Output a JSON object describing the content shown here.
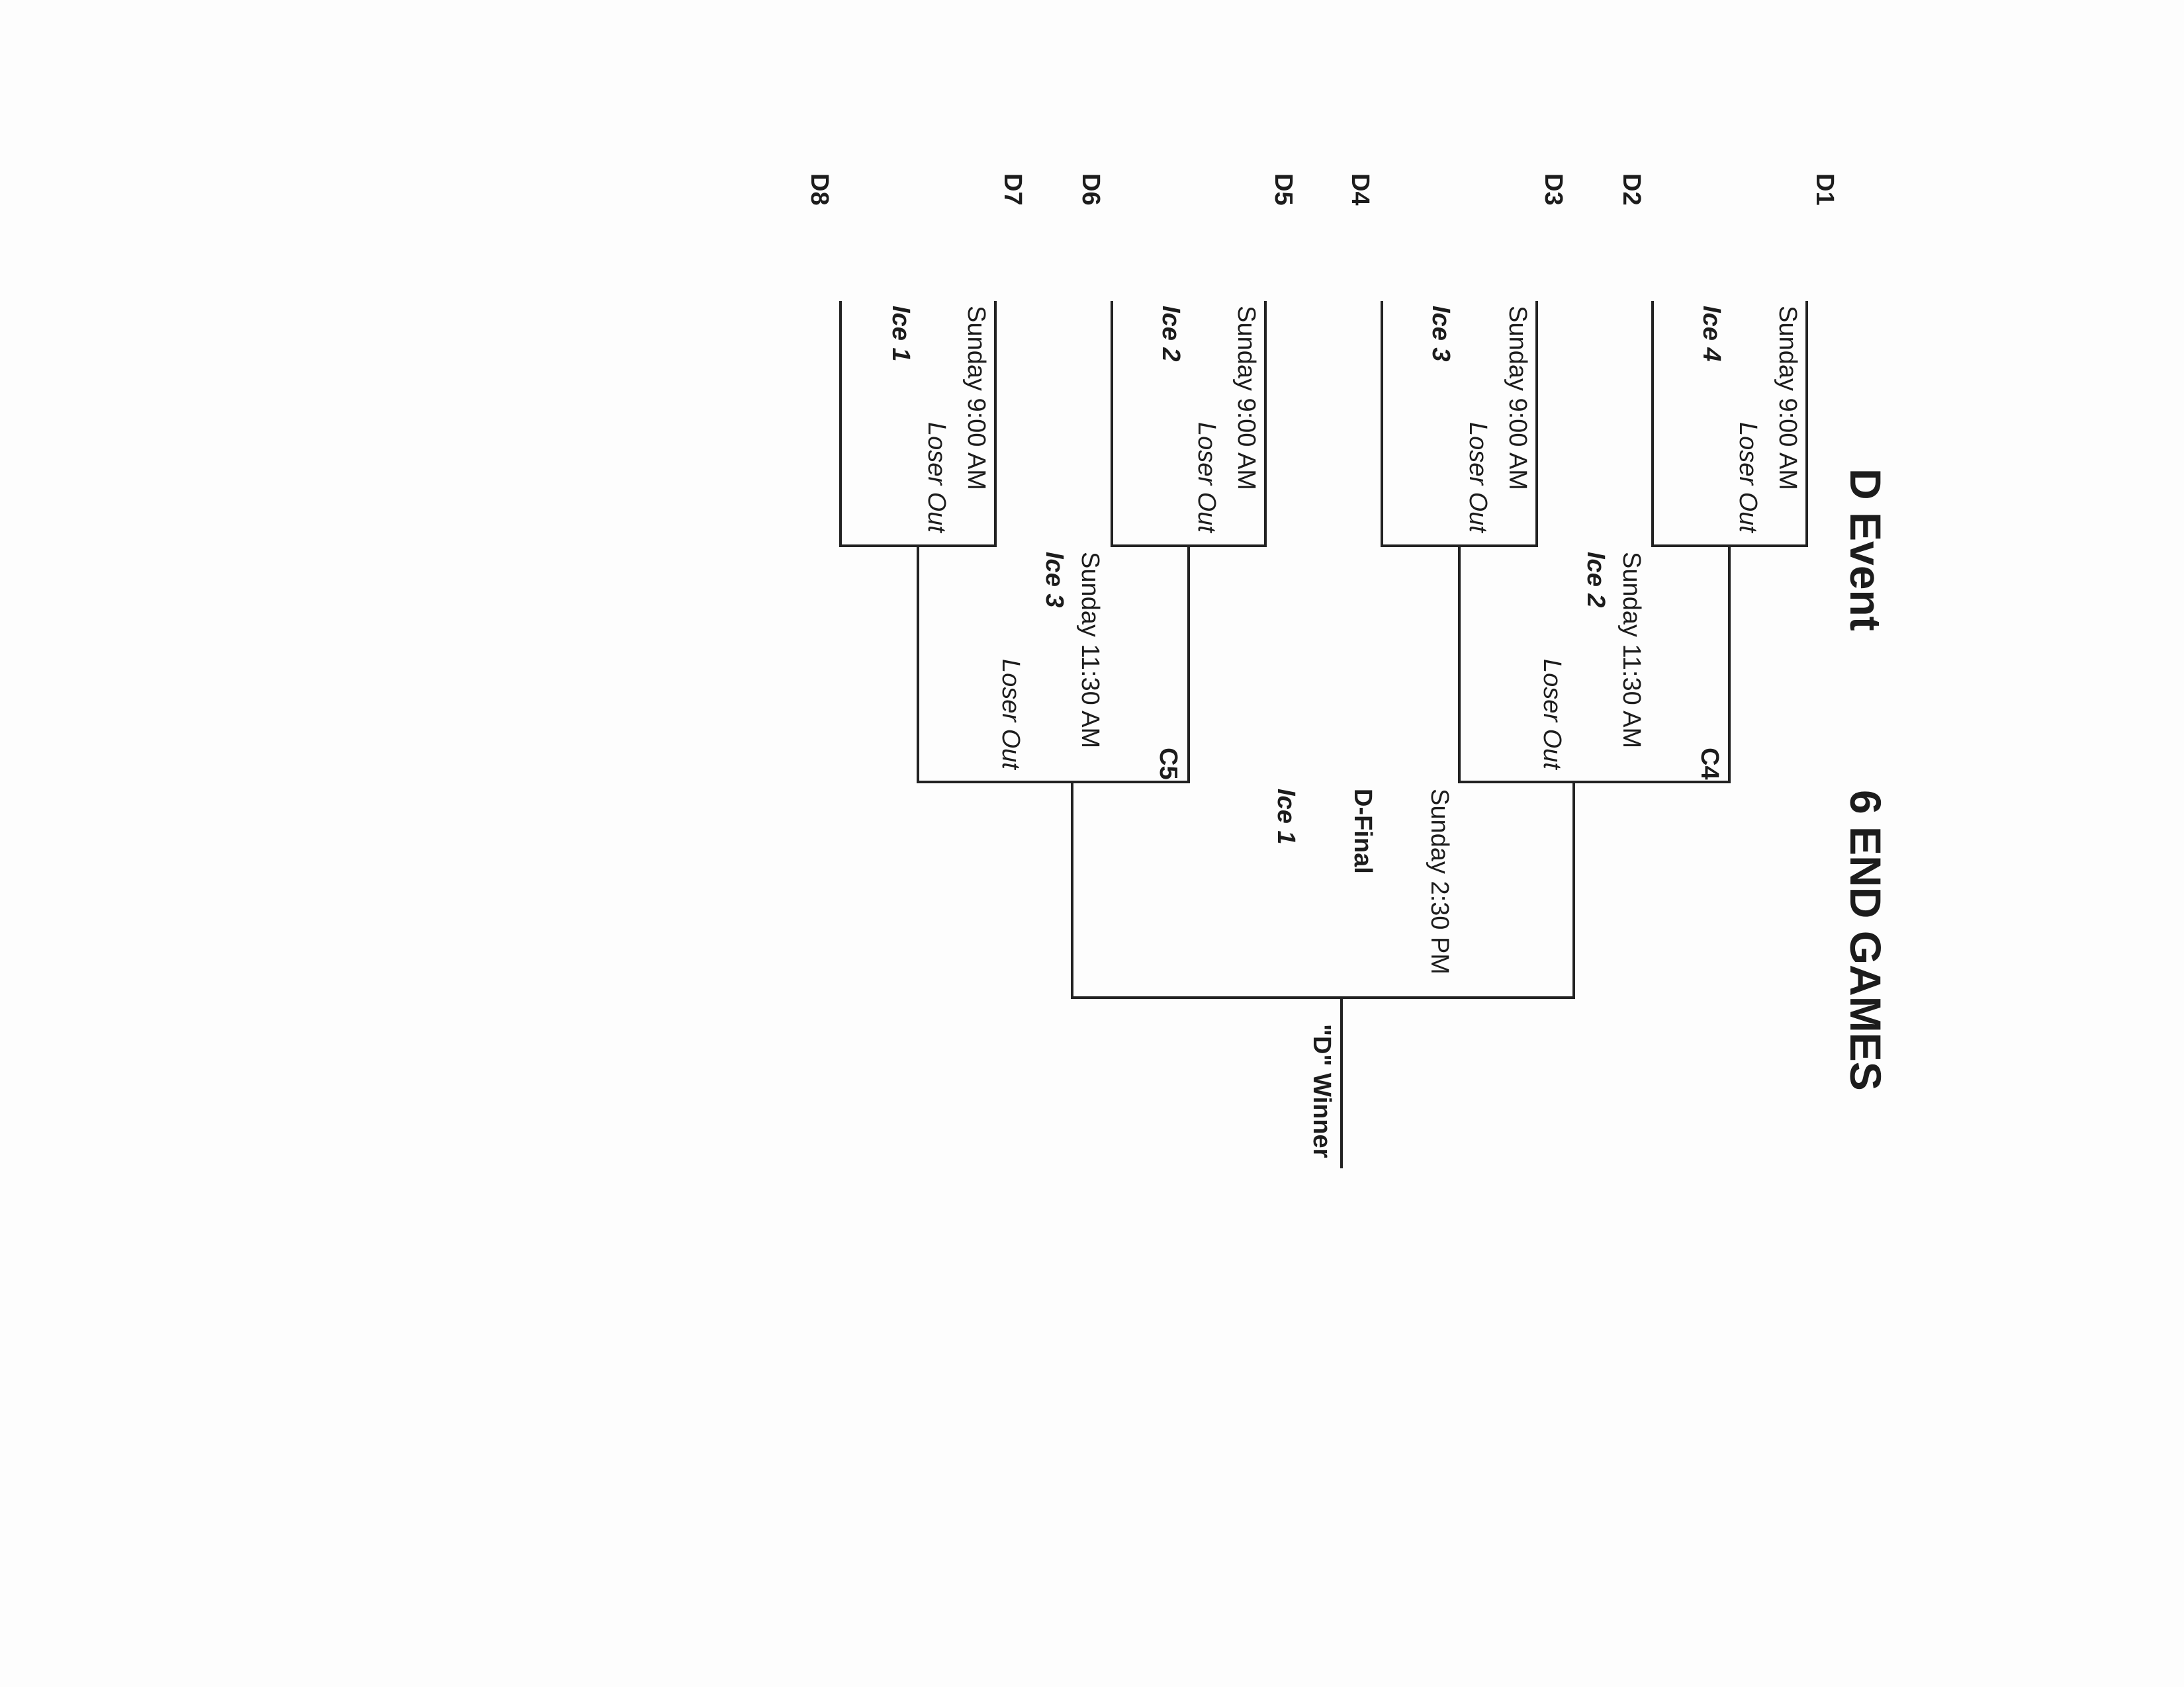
{
  "title": "D Event",
  "subtitle": "6 END GAMES",
  "seeds": [
    "D1",
    "D2",
    "D3",
    "D4",
    "D5",
    "D6",
    "D7",
    "D8"
  ],
  "round1": [
    {
      "time": "Sunday 9:00 AM",
      "note": "Loser Out",
      "ice": "Ice 4"
    },
    {
      "time": "Sunday 9:00 AM",
      "note": "Loser Out",
      "ice": "Ice 3"
    },
    {
      "time": "Sunday 9:00 AM",
      "note": "Loser Out",
      "ice": "Ice 2"
    },
    {
      "time": "Sunday 9:00 AM",
      "note": "Loser Out",
      "ice": "Ice 1"
    }
  ],
  "round2": [
    {
      "time": "Sunday 11:30 AM",
      "note": "Loser Out",
      "ice": "Ice 2",
      "code": "C4"
    },
    {
      "time": "Sunday 11:30 AM",
      "note": "Loser Out",
      "ice": "Ice 3",
      "code": "C5"
    }
  ],
  "final": {
    "label": "D-Final",
    "time": "Sunday 2:30 PM",
    "ice": "Ice 1"
  },
  "winner": "\"D\" Winner"
}
